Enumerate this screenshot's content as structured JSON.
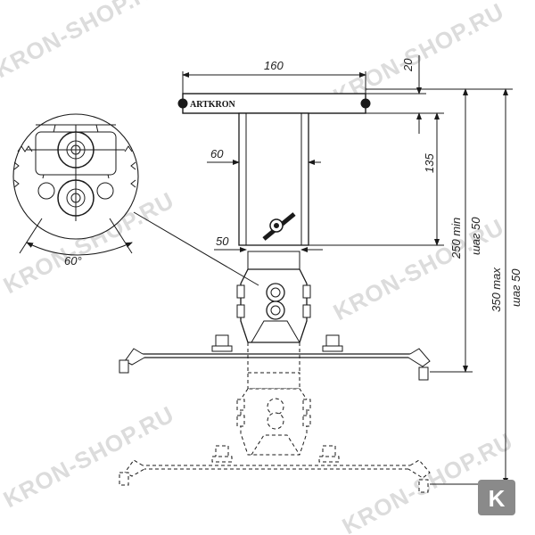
{
  "drawing": {
    "brand_label": "ARTKRON",
    "dimensions": {
      "plate_width": "160",
      "plate_thickness": "20",
      "column_width": "60",
      "column_height": "135",
      "clamp_width": "50",
      "min_height": "250 min",
      "step_min": "шаг 50",
      "max_height": "350 max",
      "step_max": "шаг 50",
      "angle": "60°"
    }
  },
  "watermark": {
    "text": "KRON-SHOP.RU",
    "logo_letter": "K",
    "logo_color": "#8a8a8a"
  },
  "colors": {
    "line": "#1a1a1a",
    "watermark": "#dcdcdc"
  }
}
